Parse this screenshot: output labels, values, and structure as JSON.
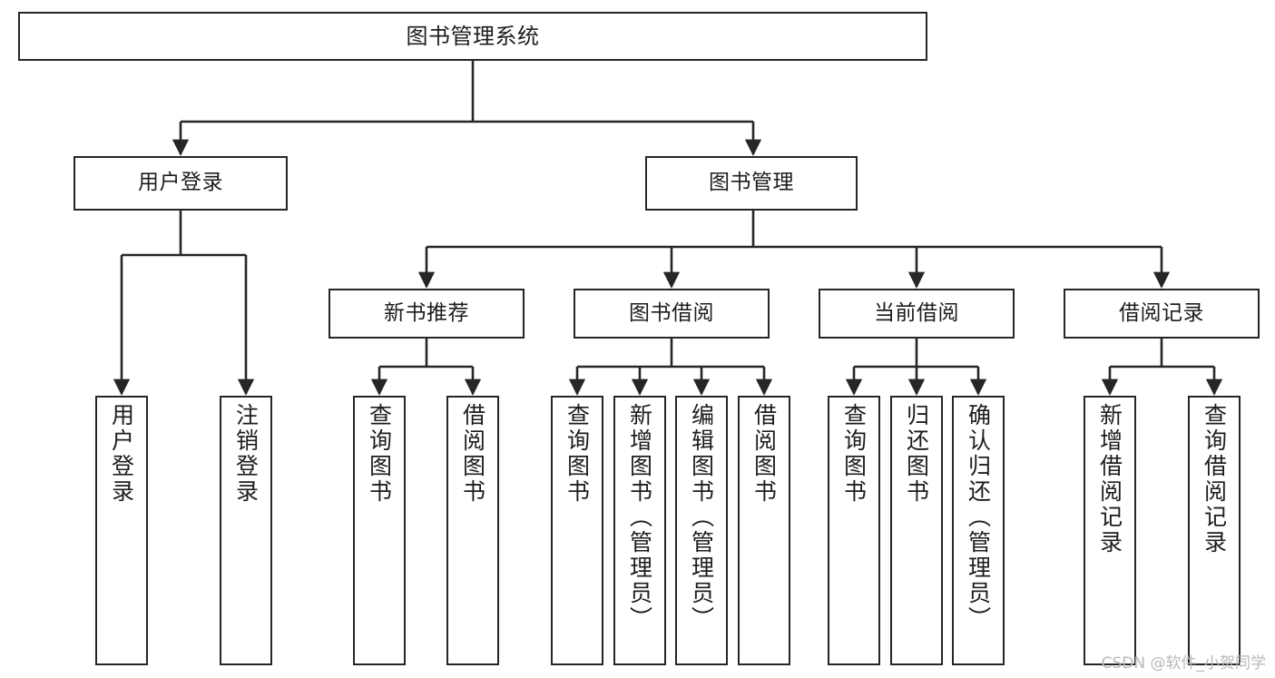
{
  "diagram": {
    "title": "图书管理系统",
    "type": "tree-hierarchy-chart",
    "orientation": "top-down",
    "colors": {
      "box_border": "#262626",
      "box_fill": "#ffffff",
      "edge": "#262626",
      "text": "#1d1d1d",
      "watermark": "#b9b9b9",
      "background": "#ffffff"
    }
  },
  "watermark": {
    "text": "CSDN @软件_小贺同学"
  },
  "nodes": {
    "root": {
      "label": "图书管理系统"
    },
    "level1": [
      {
        "id": "user-login",
        "label": "用户登录"
      },
      {
        "id": "book-management",
        "label": "图书管理"
      }
    ],
    "level2": [
      {
        "id": "new-book-recommend",
        "label": "新书推荐"
      },
      {
        "id": "book-borrow",
        "label": "图书借阅"
      },
      {
        "id": "current-borrow",
        "label": "当前借阅"
      },
      {
        "id": "borrow-record",
        "label": "借阅记录"
      }
    ],
    "leaves": {
      "user_login": [
        {
          "id": "leaf-user-login",
          "label": "用户登录"
        },
        {
          "id": "leaf-logout-login",
          "label": "注销登录"
        }
      ],
      "new_book_recommend": [
        {
          "id": "leaf-query-book-1",
          "label": "查询图书"
        },
        {
          "id": "leaf-borrow-book-1",
          "label": "借阅图书"
        }
      ],
      "book_borrow": [
        {
          "id": "leaf-query-book-2",
          "label": "查询图书"
        },
        {
          "id": "leaf-add-book",
          "label": "新增图书（管理员）"
        },
        {
          "id": "leaf-edit-book",
          "label": "编辑图书（管理员）"
        },
        {
          "id": "leaf-borrow-book-2",
          "label": "借阅图书"
        }
      ],
      "current_borrow": [
        {
          "id": "leaf-query-book-3",
          "label": "查询图书"
        },
        {
          "id": "leaf-return-book",
          "label": "归还图书"
        },
        {
          "id": "leaf-confirm-return",
          "label": "确认归还（管理员）"
        }
      ],
      "borrow_record": [
        {
          "id": "leaf-add-record",
          "label": "新增借阅记录"
        },
        {
          "id": "leaf-query-record",
          "label": "查询借阅记录"
        }
      ]
    }
  }
}
